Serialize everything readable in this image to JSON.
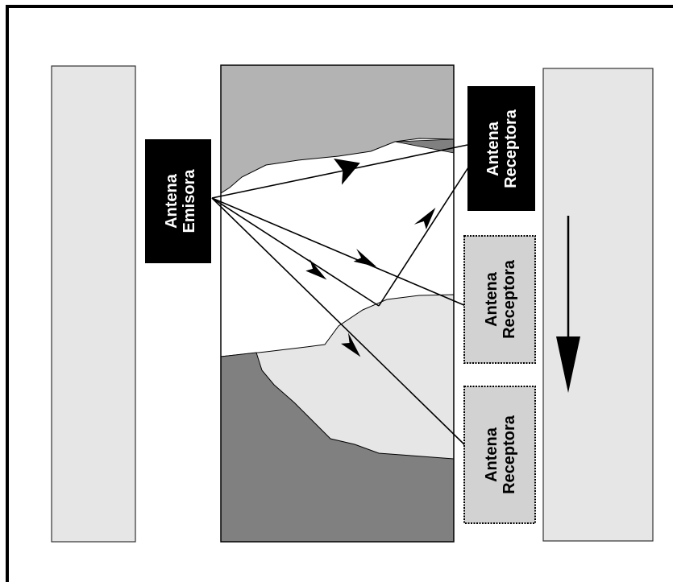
{
  "emitter": {
    "line1": "Antena",
    "line2": "Emisora"
  },
  "receivers": [
    {
      "line1": "Antena",
      "line2": "Receptora",
      "style": "active"
    },
    {
      "line1": "Antena",
      "line2": "Receptora",
      "style": "inactive"
    },
    {
      "line1": "Antena",
      "line2": "Receptora",
      "style": "inactive"
    }
  ],
  "colors": {
    "frame": "#000000",
    "panel": "#e6e6e6",
    "upper_layer": "#b3b3b3",
    "lower_layer": "#808080",
    "middle_layer": "#e6e6e6",
    "label_bg_active": "#000000",
    "label_bg_inactive": "#d2d2d2"
  }
}
